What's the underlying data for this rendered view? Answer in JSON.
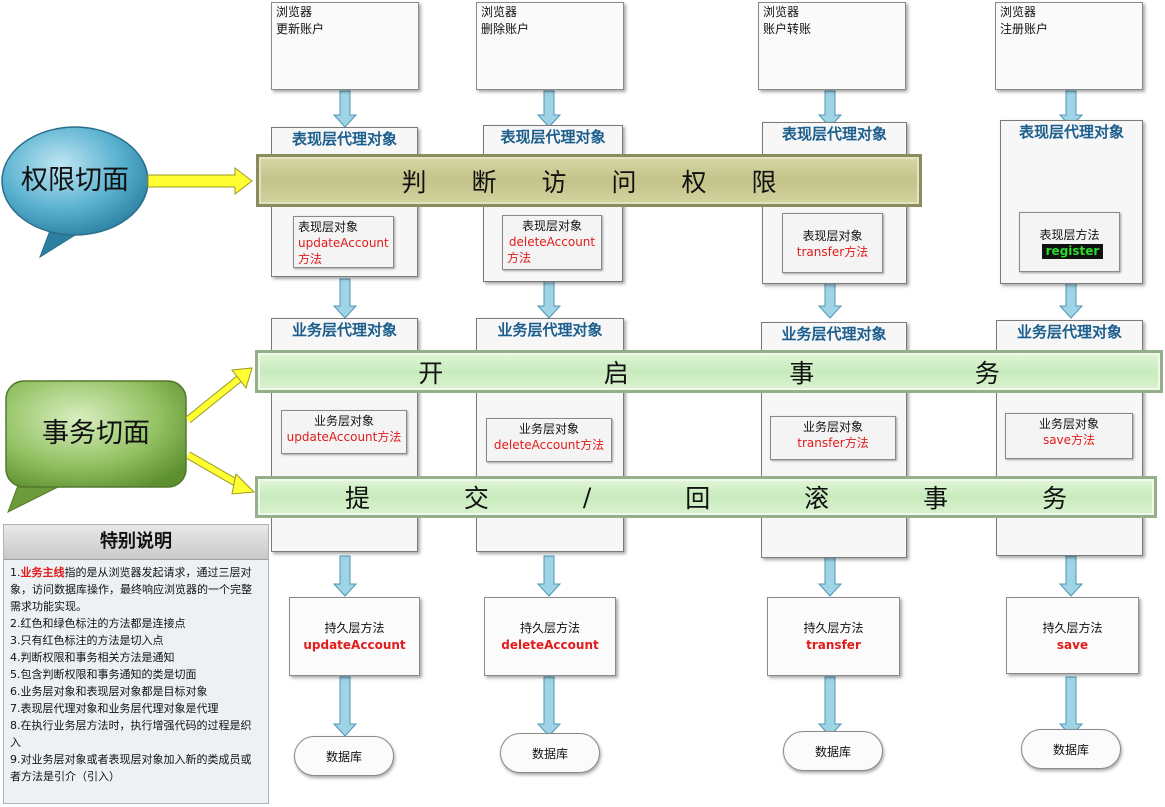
{
  "columns": [
    {
      "browser": [
        "浏览器",
        "更新账户"
      ],
      "presentation_proxy": "表现层代理对象",
      "presentation_obj_label": "表现层对象",
      "presentation_method": "updateAccount",
      "presentation_method_suffix": "方法",
      "business_proxy": "业务层代理对象",
      "business_obj_label": "业务层对象",
      "business_method": "updateAccount方法",
      "persist_label": "持久层方法",
      "persist_method": "updateAccount",
      "db": "数据库"
    },
    {
      "browser": [
        "浏览器",
        "删除账户"
      ],
      "presentation_proxy": "表现层代理对象",
      "presentation_obj_label": "表现层对象",
      "presentation_method": "deleteAccount",
      "presentation_method_suffix": "方法",
      "business_proxy": "业务层代理对象",
      "business_obj_label": "业务层对象",
      "business_method": "deleteAccount方法",
      "persist_label": "持久层方法",
      "persist_method": "deleteAccount",
      "db": "数据库"
    },
    {
      "browser": [
        "浏览器",
        "账户转账"
      ],
      "presentation_proxy": "表现层代理对象",
      "presentation_obj_label": "表现层对象",
      "presentation_method": "transfer方法",
      "business_proxy": "业务层代理对象",
      "business_obj_label": "业务层对象",
      "business_method": "transfer方法",
      "persist_label": "持久层方法",
      "persist_method": "transfer",
      "db": "数据库"
    },
    {
      "browser": [
        "浏览器",
        "注册账户"
      ],
      "presentation_proxy": "表现层代理对象",
      "presentation_obj_label": "表现层方法",
      "presentation_method": "register",
      "business_proxy": "业务层代理对象",
      "business_obj_label": "业务层对象",
      "business_method": "save方法",
      "persist_label": "持久层方法",
      "persist_method": "save",
      "db": "数据库"
    }
  ],
  "aspects": {
    "permission": "权限切面",
    "transaction": "事务切面"
  },
  "bands": {
    "permission_check": [
      "判",
      "断",
      "访",
      "问",
      "权",
      "限"
    ],
    "open_tx": [
      "开",
      "启",
      "事",
      "务"
    ],
    "commit_tx": [
      "提",
      "交",
      "/",
      "回",
      "滚",
      "事",
      "务"
    ]
  },
  "notes": {
    "title": "特别说明",
    "item1_prefix": "1.",
    "item1_highlight": "业务主线",
    "item1_rest": "指的是从浏览器发起请求，通过三层对象，访问数据库操作，最终响应浏览器的一个完整需求功能实现。",
    "items": [
      "2.红色和绿色标注的方法都是连接点",
      "3.只有红色标注的方法是切入点",
      "4.判断权限和事务相关方法是通知",
      "5.包含判断权限和事务通知的类是切面",
      "6.业务层对象和表现层对象都是目标对象",
      "7.表现层代理对象和业务层代理对象是代理",
      "8.在执行业务层方法时，执行增强代码的过程是织入",
      "9.对业务层对象或者表现层对象加入新的类成员或者方法是引介（引入）"
    ]
  },
  "colors": {
    "bubble_blue": "#3f9fbf",
    "bubble_green": "#7fb04a",
    "arrow_yellow": "#ffff33",
    "arrow_blue": "#9fd3e6",
    "highlight_red": "#e21b1b",
    "register_green": "#2bdc2b"
  }
}
